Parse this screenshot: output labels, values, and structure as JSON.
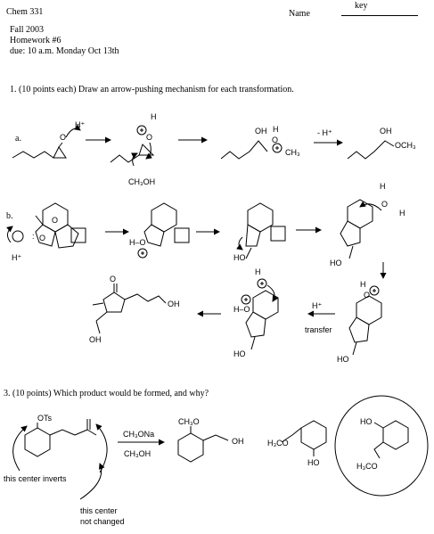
{
  "header": {
    "course": "Chem 331",
    "name_label": "Name",
    "name_value": "key",
    "term": "Fall  2003",
    "homework": "Homework #6",
    "due": "due:  10 a.m. Monday Oct 13th"
  },
  "q1": {
    "prompt": "1. (10 points each) Draw an arrow-pushing mechanism for each transformation.",
    "a": {
      "label": "a.",
      "h_plus": "H⁺",
      "methanol": "CH₃OH",
      "minus_h": "- H⁺",
      "oh": "OH",
      "och3": "OCH₃",
      "ch3": "CH₃",
      "h": "H",
      "o": "O"
    },
    "b": {
      "label": "b.",
      "h_plus": "H⁺",
      "h_plus_transfer": "H⁺",
      "transfer": "transfer",
      "ho": "HO",
      "oh": "OH",
      "h": "H",
      "o": "O",
      "h_o": "H–O"
    }
  },
  "q3": {
    "prompt": "3. (10 points)  Which product would be formed, and why?",
    "reagent_top": "CH₃ONa",
    "reagent_bottom": "CH₃OH",
    "ots": "OTs",
    "ch3o": "CH₃O",
    "oh": "OH",
    "h3co": "H₃CO",
    "ho": "HO",
    "inverts_note": "this center inverts",
    "unchanged_note_1": "this center",
    "unchanged_note_2": "not changed"
  }
}
